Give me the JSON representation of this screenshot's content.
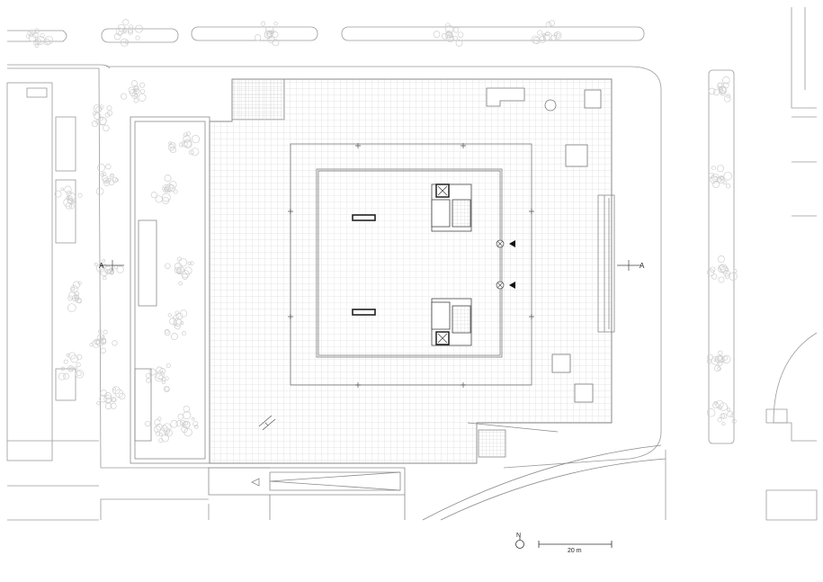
{
  "section_marks": {
    "left": "A",
    "right": "A"
  },
  "north_arrow": {
    "label": "N"
  },
  "scale_bar": {
    "label": "20 m"
  },
  "colors": {
    "line": "#8a8a8a",
    "grid": "#c8c8c8",
    "tree": "#cfcfcf",
    "ink": "#222222"
  }
}
